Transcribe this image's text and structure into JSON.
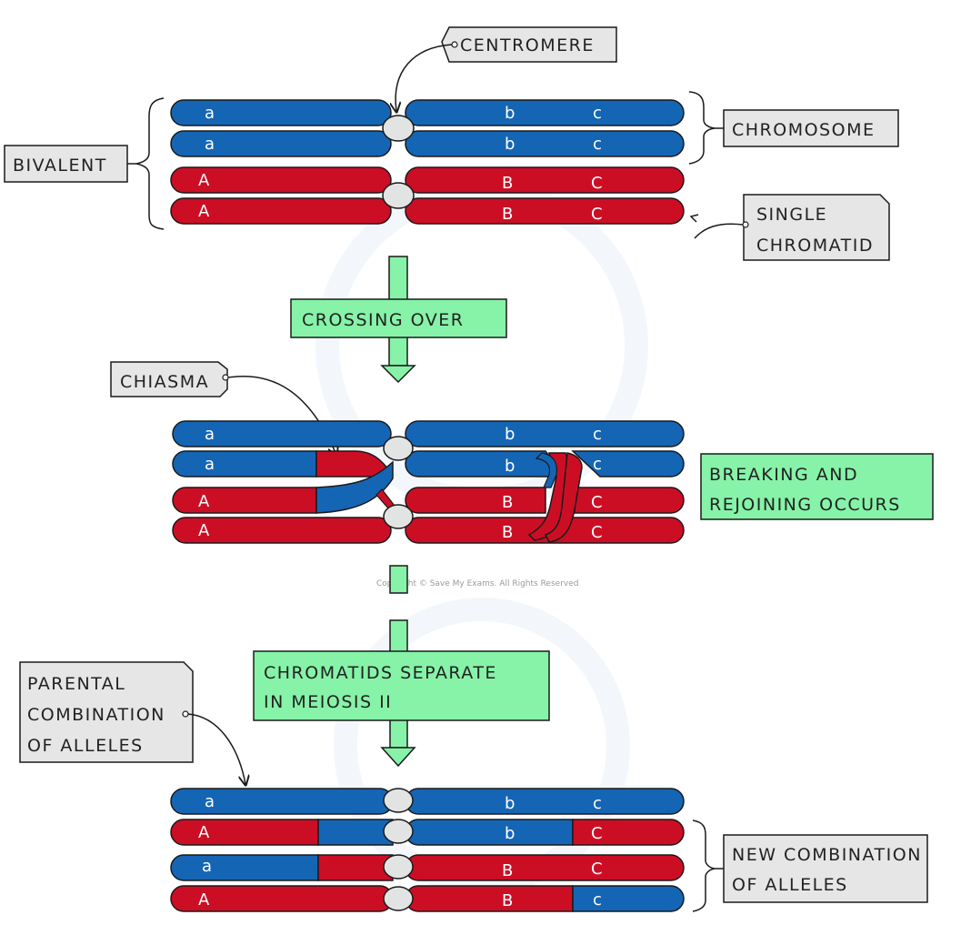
{
  "labels": {
    "centromere": "CENTROMERE",
    "chromosome": "CHROMOSOME",
    "bivalent": "BIVALENT",
    "single_chromatid": [
      "SINGLE",
      "CHROMATID"
    ],
    "crossing_over": "CROSSING OVER",
    "chiasma": "CHIASMA",
    "breaking": [
      "BREAKING AND",
      "REJOINING OCCURS"
    ],
    "chromatids_separate": [
      "CHROMATIDS SEPARATE",
      "IN MEIOSIS II"
    ],
    "parental": [
      "PARENTAL",
      "COMBINATION",
      "OF ALLELES"
    ],
    "new_combination": [
      "NEW COMBINATION",
      "OF ALLELES"
    ]
  },
  "watermark": "Copyright © Save My Exams. All Rights Reserved",
  "stages": {
    "before": [
      {
        "left": "a",
        "mid": "b",
        "right": "c"
      },
      {
        "left": "a",
        "mid": "b",
        "right": "c"
      },
      {
        "left": "A",
        "mid": "B",
        "right": "C"
      },
      {
        "left": "A",
        "mid": "B",
        "right": "C"
      }
    ],
    "crossing": [
      {
        "left": "a",
        "mid": "b",
        "right": "c"
      },
      {
        "left": "a",
        "mid": "b",
        "right": "c"
      },
      {
        "left": "A",
        "mid": "B",
        "right": "C"
      },
      {
        "left": "A",
        "mid": "B",
        "right": "C"
      }
    ],
    "after": [
      {
        "left": "a",
        "mid": "b",
        "right": "c"
      },
      {
        "left": "A",
        "mid": "b",
        "right": "C"
      },
      {
        "left": "a",
        "mid": "B",
        "right": "C"
      },
      {
        "left": "A",
        "mid": "B",
        "right": "c"
      }
    ]
  },
  "colors": {
    "blue": "#1565b5",
    "red": "#cc0e25",
    "green_box": "#86f3a8",
    "label_box": "#e6e6e6",
    "centromere": "#e2e4e4",
    "outline": "#1a1a1a"
  }
}
